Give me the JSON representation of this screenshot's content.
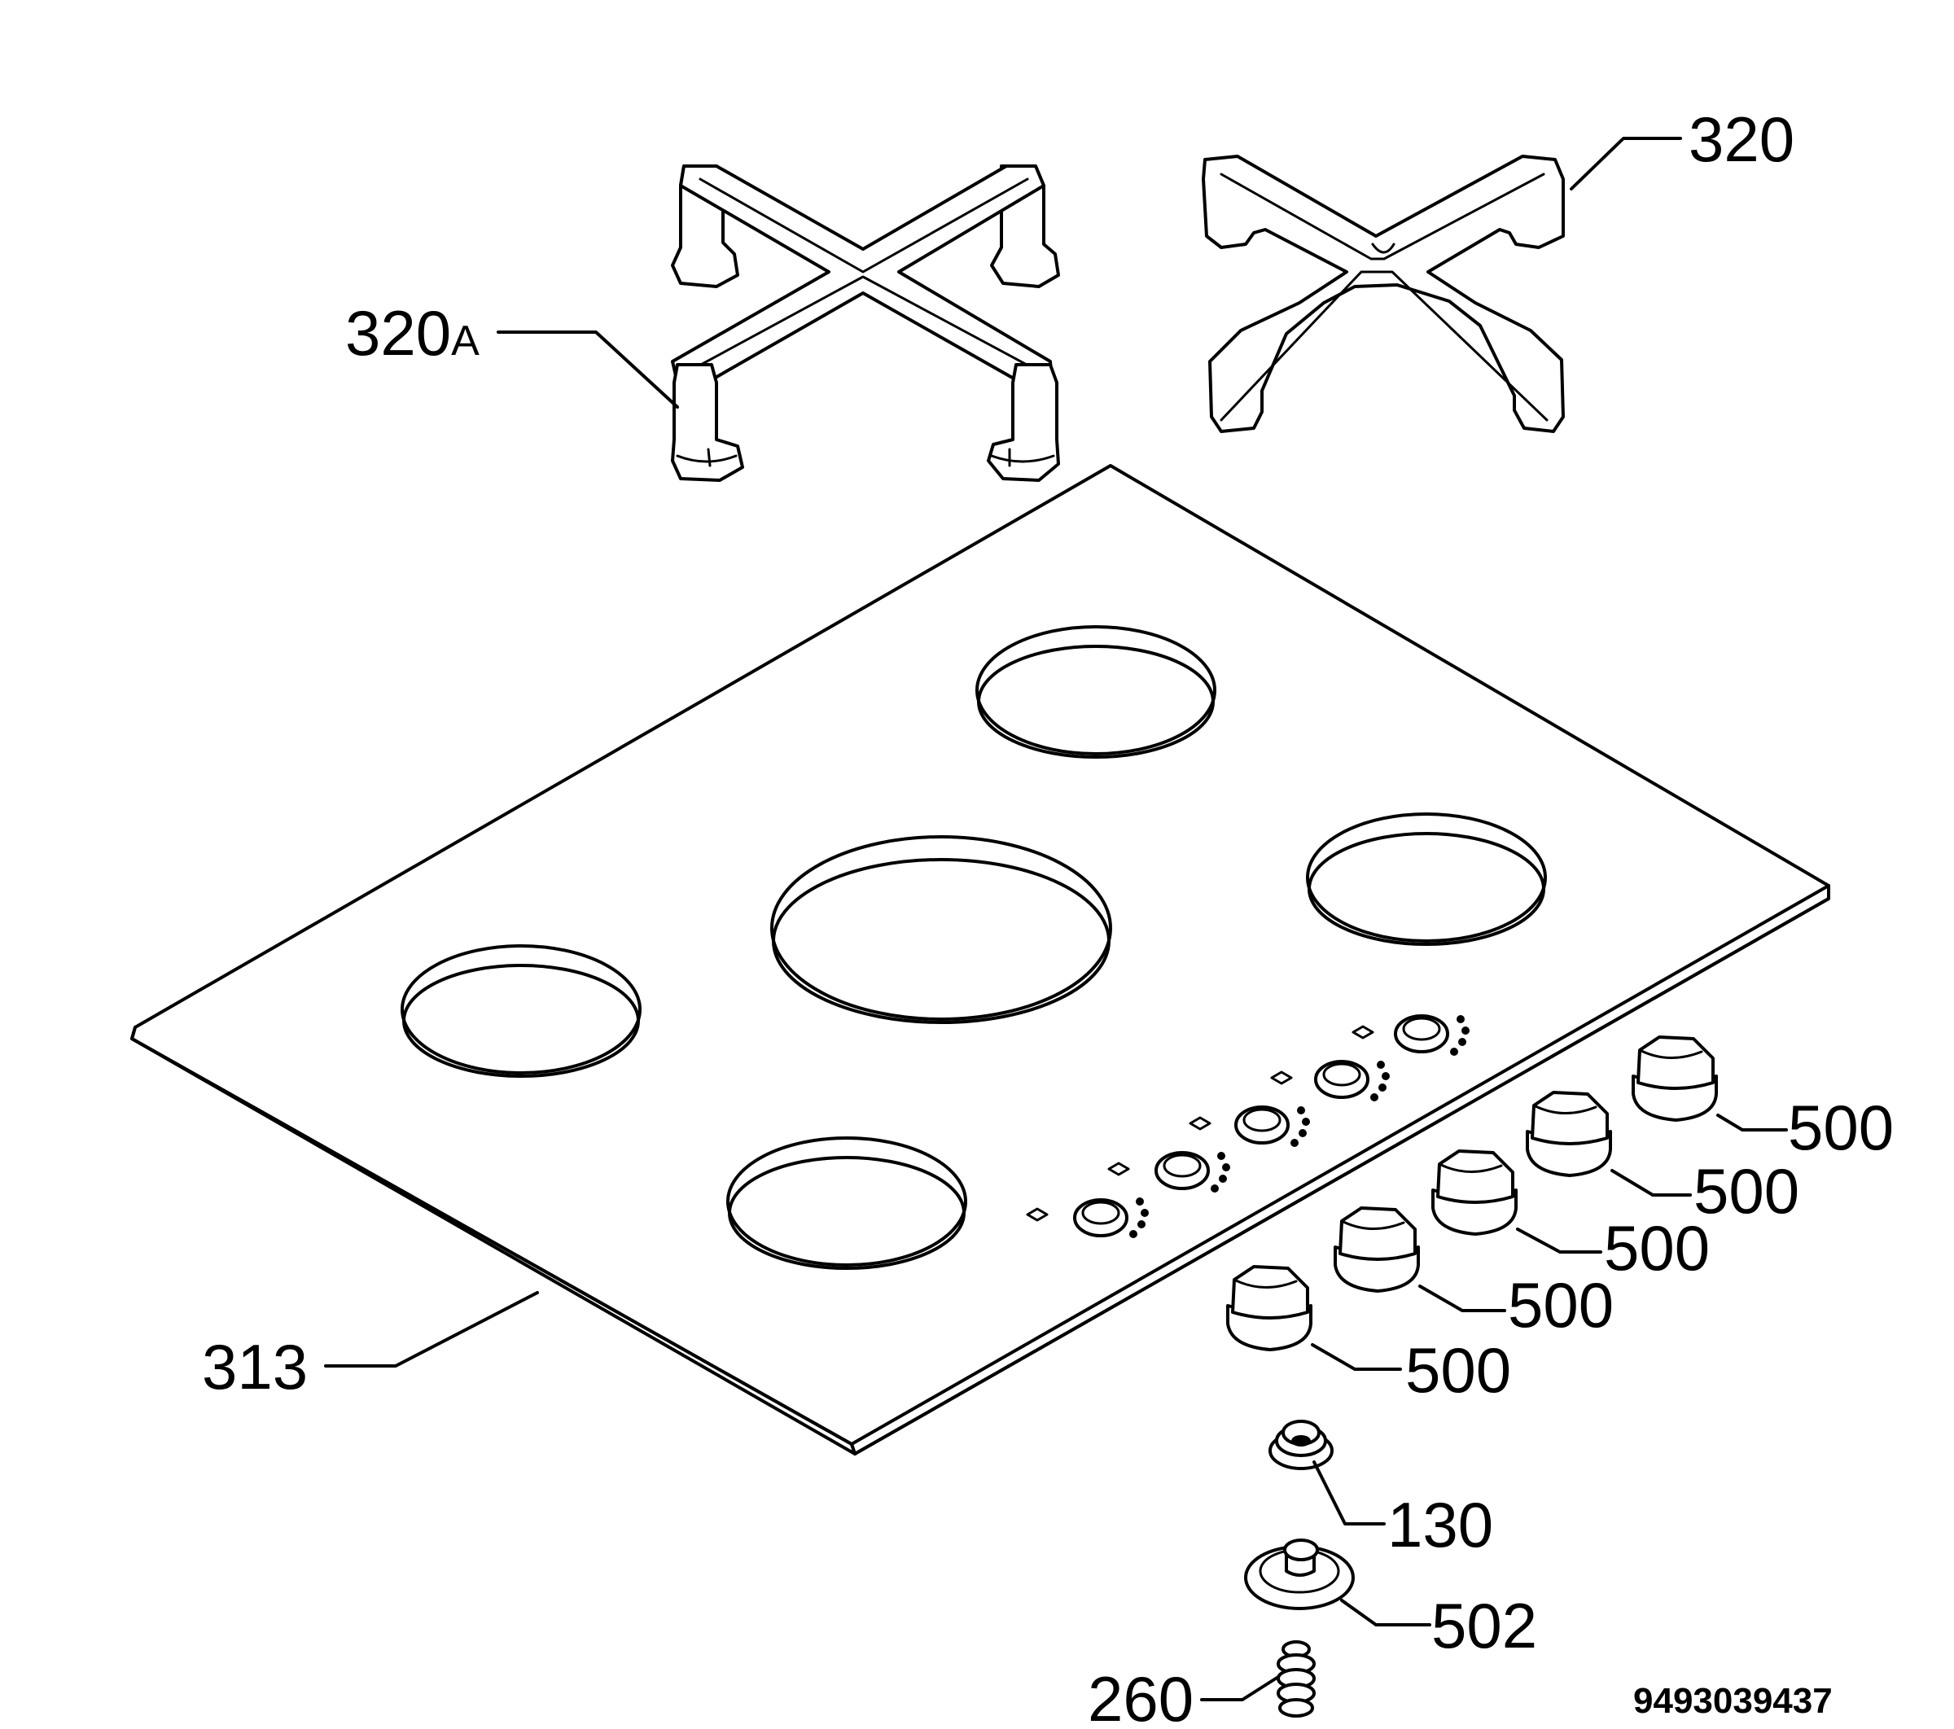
{
  "labels": {
    "grid_320a_number": "320",
    "grid_320a_suffix": "A",
    "grid_320": "320",
    "hob_top": "313",
    "knob_1": "500",
    "knob_2": "500",
    "knob_3": "500",
    "knob_4": "500",
    "knob_5": "500",
    "part_130": "130",
    "part_502": "502",
    "part_260": "260"
  },
  "drawing_code": "9493039437"
}
